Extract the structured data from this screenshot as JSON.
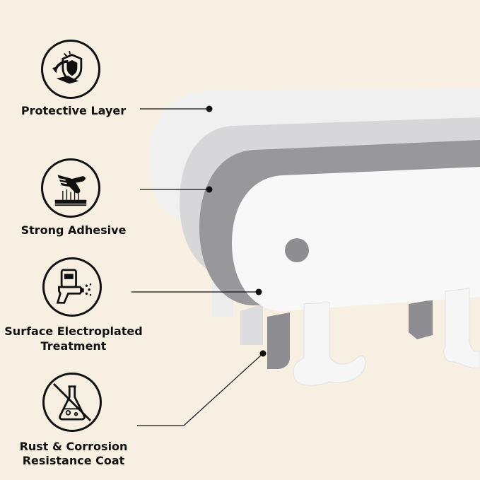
{
  "features": [
    {
      "label": "Protective Layer",
      "icon": "shield-icon"
    },
    {
      "label": "Strong Adhesive",
      "icon": "adhesive-hand-icon"
    },
    {
      "label_line1": "Surface Electroplated",
      "label_line2": "Treatment",
      "icon": "spray-gun-icon"
    },
    {
      "label_line1": "Rust & Corrosion",
      "label_line2": "Resistance Coat",
      "icon": "no-chemical-flask-icon"
    }
  ],
  "colors": {
    "background": "#f8efe3",
    "layer_light": "#f1f1f1",
    "layer_mid": "#d6d6d8",
    "layer_dark": "#96969a",
    "layer_front": "#f8f8f8",
    "ink": "#111111"
  }
}
